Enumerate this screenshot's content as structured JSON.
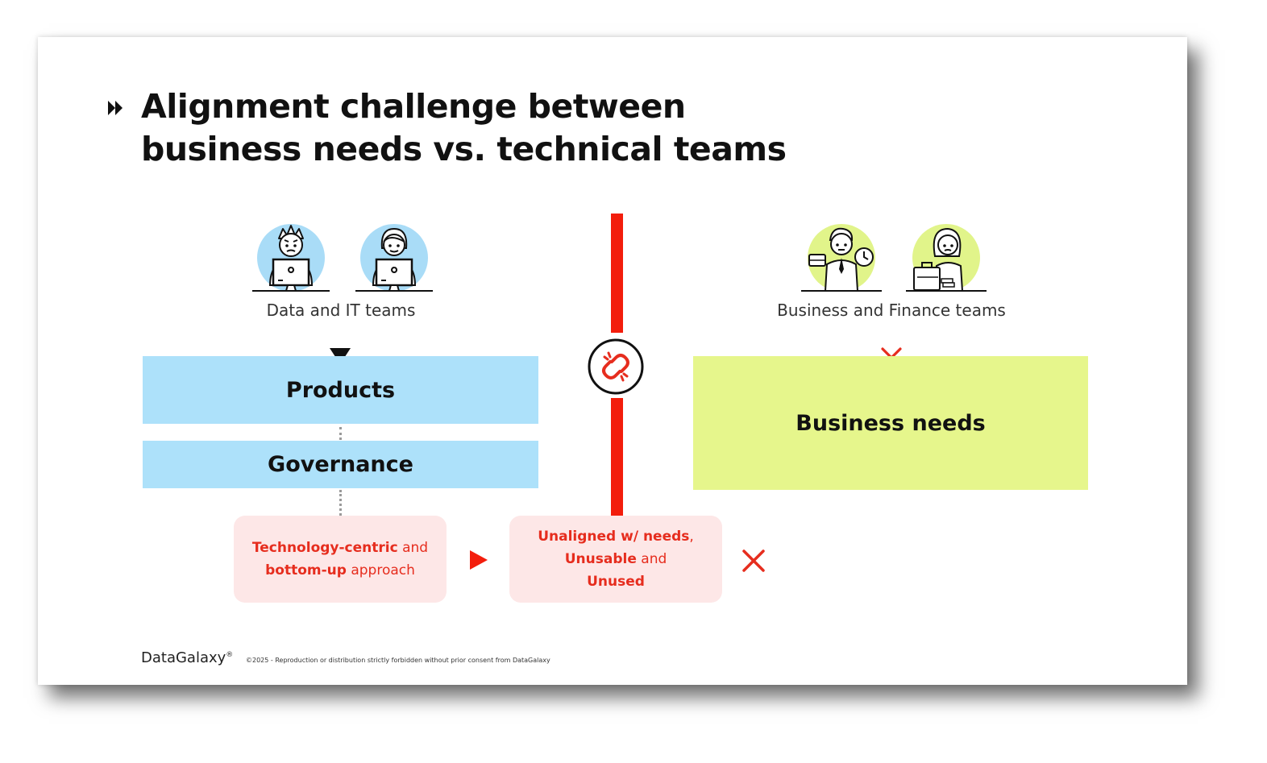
{
  "title": {
    "line1": "Alignment challenge between",
    "line2": "business needs vs. technical teams",
    "icon": "fast-forward-icon"
  },
  "left": {
    "team_label": "Data and IT teams",
    "avatar_color": "#a9dcf7",
    "products_label": "Products",
    "governance_label": "Governance",
    "box_color": "#ade1fa",
    "note": {
      "part1": "Technology-centric",
      "part2": " and",
      "part3": "bottom-up",
      "part4": " approach"
    }
  },
  "center": {
    "broken_link_icon": "broken-link-icon",
    "line_color": "#f31d0c",
    "note": {
      "part1": "Unaligned w/ needs",
      "part2": ",",
      "part3": "Unusable",
      "part4": " and",
      "part5": "Unused"
    }
  },
  "right": {
    "team_label": "Business and Finance teams",
    "avatar_color": "#e1f48a",
    "needs_label": "Business needs",
    "box_color": "#e6f68c"
  },
  "colors": {
    "accent_red": "#e62d1e",
    "note_bg": "#fde7e7"
  },
  "footer": {
    "brand": "DataGalaxy",
    "brand_mark": "®",
    "legal": "©2025 - Reproduction or distribution strictly forbidden without prior consent from DataGalaxy"
  }
}
